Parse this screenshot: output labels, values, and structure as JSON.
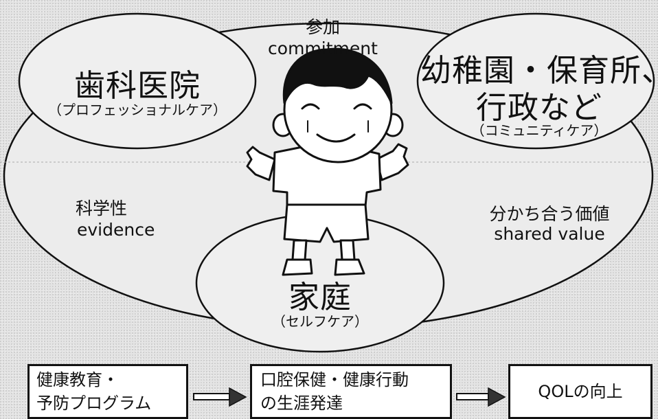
{
  "circles": {
    "clinic": {
      "title": "歯科医院",
      "subtitle": "（プロフェッショナルケア）"
    },
    "community": {
      "title_line1": "幼稚園・保育所、",
      "title_line2": "行政など",
      "subtitle": "（コミュニティケア）"
    },
    "home": {
      "title": "家庭",
      "subtitle": "（セルフケア）"
    }
  },
  "values": {
    "participation": {
      "ja": "参加",
      "en": "commitment"
    },
    "science": {
      "ja": "科学性",
      "en": "evidence"
    },
    "shared": {
      "ja": "分かち合う価値",
      "en": "shared value"
    }
  },
  "flow": [
    {
      "line1": "健康教育・",
      "line2": "予防プログラム"
    },
    {
      "line1": "口腔保健・健康行動",
      "line2": "の生涯発達"
    },
    {
      "line1": "QOLの向上"
    }
  ]
}
